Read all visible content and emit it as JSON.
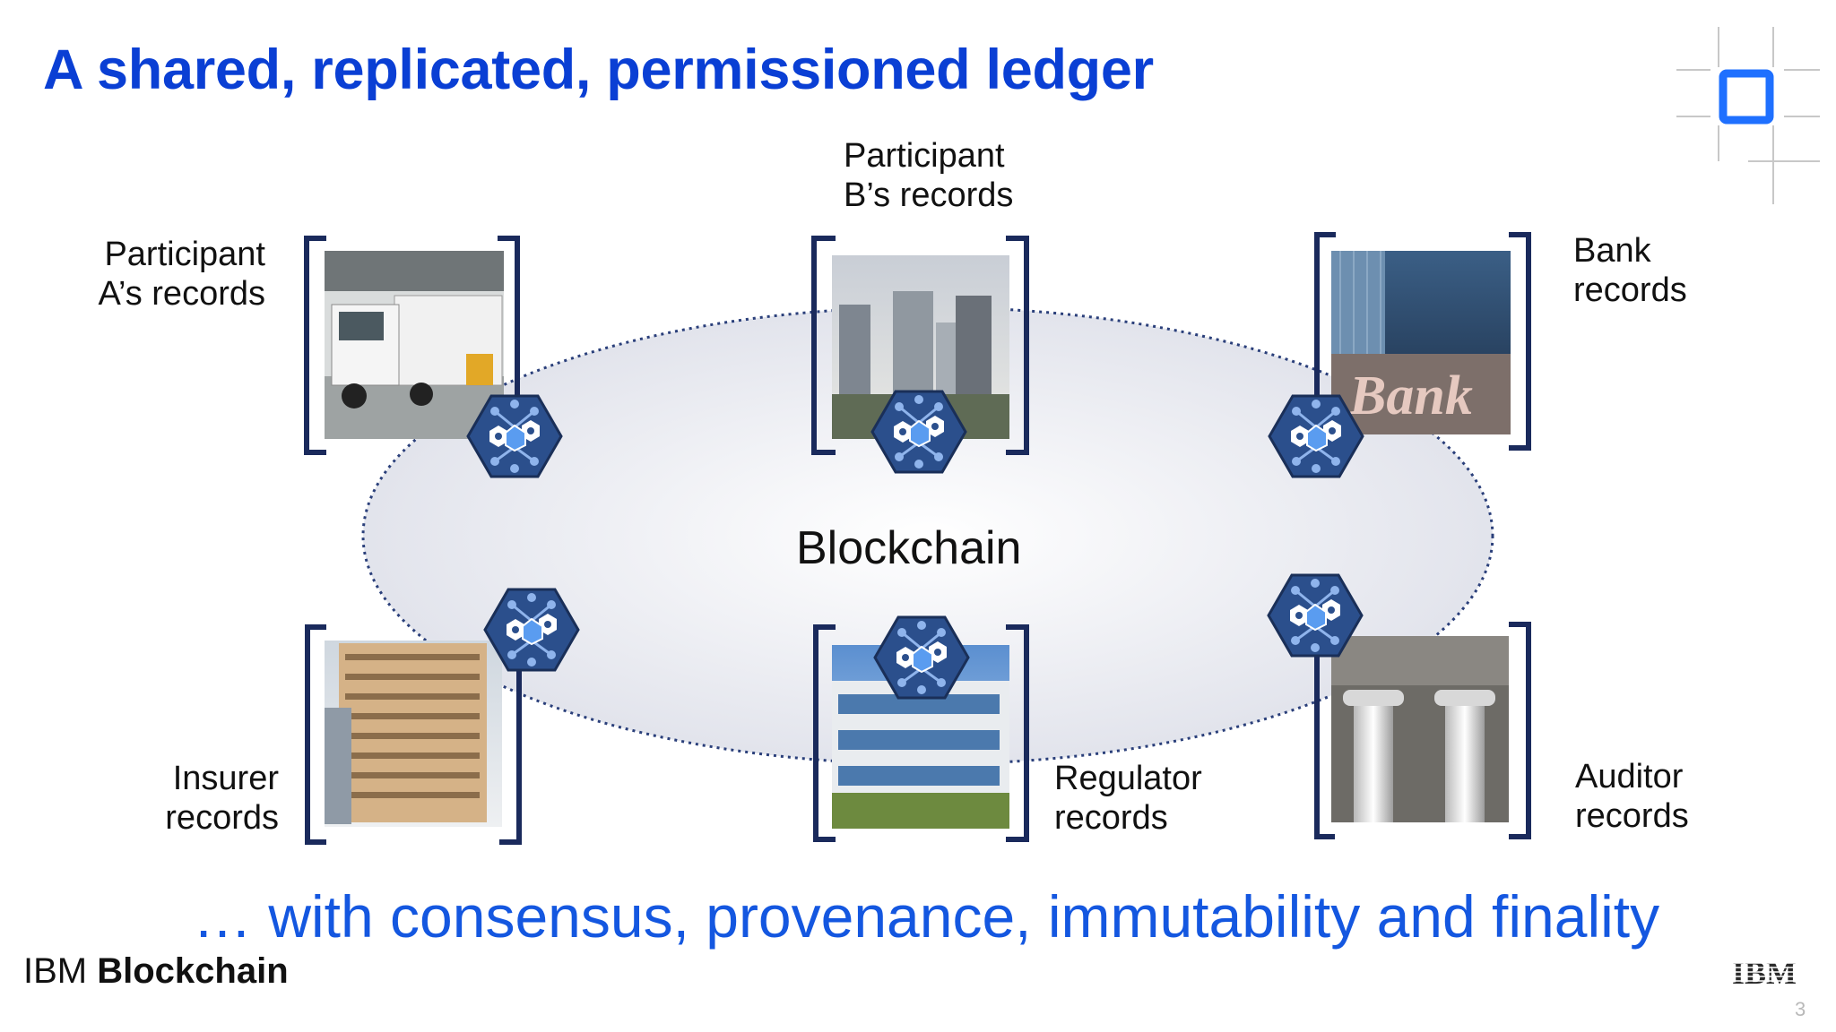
{
  "title": "A shared, replicated, permissioned ledger",
  "center_label": "Blockchain",
  "participants": [
    {
      "id": "participant-a",
      "lines": [
        "Participant",
        "A’s records"
      ],
      "image": "truck-loading-dock"
    },
    {
      "id": "participant-b",
      "lines": [
        "Participant",
        "B’s records"
      ],
      "image": "city-skyscrapers"
    },
    {
      "id": "bank",
      "lines": [
        "Bank",
        "records"
      ],
      "image": "bank-building",
      "image_text": "Bank"
    },
    {
      "id": "insurer",
      "lines": [
        "Insurer",
        "records"
      ],
      "image": "office-tower"
    },
    {
      "id": "regulator",
      "lines": [
        "Regulator",
        "records"
      ],
      "image": "glass-office-building"
    },
    {
      "id": "auditor",
      "lines": [
        "Auditor",
        "records"
      ],
      "image": "classical-columns"
    }
  ],
  "node_icon": "blockchain-hexagon-icon",
  "tagline": "… with consensus, provenance, immutability and finality",
  "footer": {
    "brand_light": "IBM ",
    "brand_bold": "Blockchain",
    "logo_text": "IBM",
    "page_number": "3"
  },
  "colors": {
    "title": "#0a3fd4",
    "tagline": "#1457e0",
    "bracket": "#1a2a5c",
    "hexagon": "#2b4f8c",
    "ring": "#2a3f7a",
    "logo_accent": "#1f70ff"
  }
}
